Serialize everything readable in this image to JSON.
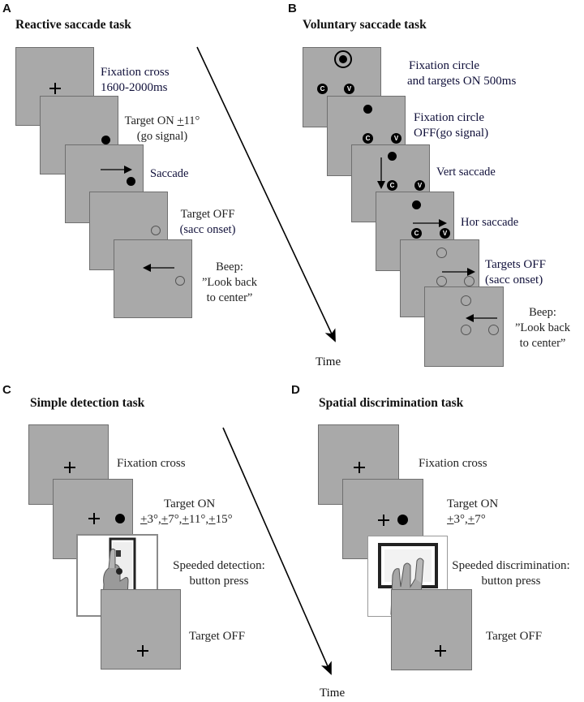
{
  "panels": {
    "a": {
      "letter": "A",
      "title": "Reactive saccade task",
      "labels": {
        "l1_line1": "Fixation cross",
        "l1_line2": "1600-2000ms",
        "l2_line1_pre": "Target ON ",
        "l2_line1_pm": "+",
        "l2_line1_post": "11°",
        "l2_line2": "(go signal)",
        "l3": "Saccade",
        "l4_line1": "Target OFF",
        "l4_line2": "(sacc onset)",
        "l5_line1": "Beep:",
        "l5_line2": "”Look back",
        "l5_line3": "to center”"
      }
    },
    "b": {
      "letter": "B",
      "title": "Voluntary saccade task",
      "badges": {
        "c": "C",
        "v": "V"
      },
      "labels": {
        "l1_line1": "Fixation circle",
        "l1_line2": "and targets ON 500ms",
        "l2_line1": "Fixation circle",
        "l2_line2": "OFF(go signal)",
        "l3": "Vert saccade",
        "l4": "Hor saccade",
        "l5_line1": "Targets OFF",
        "l5_line2": "(sacc onset)",
        "l6_line1": "Beep:",
        "l6_line2": "”Look back",
        "l6_line3": "to center”"
      },
      "time_label": "Time"
    },
    "c": {
      "letter": "C",
      "title": "Simple detection task",
      "labels": {
        "l1": "Fixation cross",
        "l2_line1": "Target ON",
        "l2_line2_parts": [
          "+",
          "3°,",
          "+",
          "7°,",
          "+",
          "11°,",
          "+",
          "15°"
        ],
        "l3_line1": "Speeded detection:",
        "l3_line2": "button press",
        "l4": "Target OFF"
      }
    },
    "d": {
      "letter": "D",
      "title": "Spatial discrimination task",
      "labels": {
        "l1": "Fixation cross",
        "l2_line1": "Target ON",
        "l2_line2_parts": [
          "+",
          "3°,",
          "+",
          "7°"
        ],
        "l3_line1": "Speeded discrimination:",
        "l3_line2": "button press",
        "l4": "Target OFF"
      },
      "time_label": "Time"
    }
  },
  "colors": {
    "screen": "#a9a9a9",
    "screen_border": "#6f6f6f",
    "text_dark": "#10103a"
  }
}
